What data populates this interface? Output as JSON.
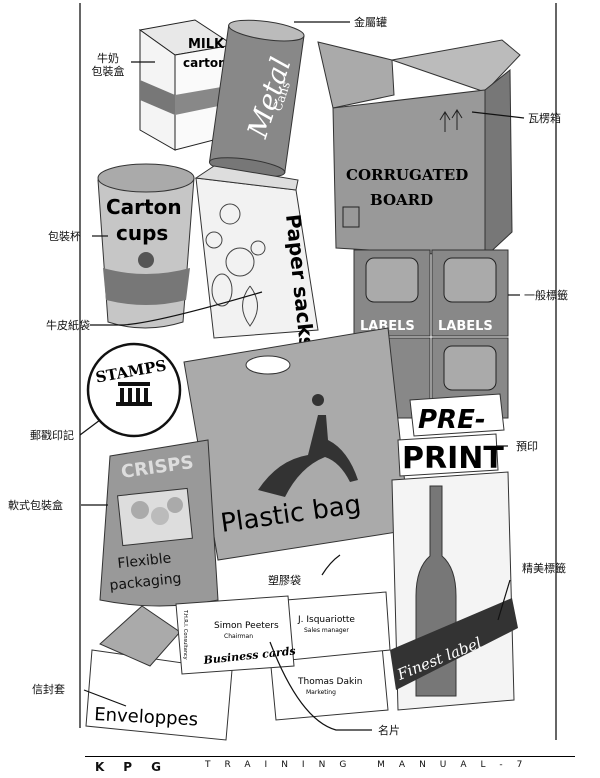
{
  "labels": {
    "milk_carton": "牛奶\n包裝盒",
    "metal_can": "金屬罐",
    "corrugated": "瓦楞箱",
    "carton_cup": "包裝杯",
    "general_label": "一般標籤",
    "paper_sack": "牛皮紙袋",
    "postmark": "郵戳印記",
    "preprint": "預印",
    "flexible": "軟式包裝盒",
    "fine_label": "精美標籤",
    "plastic_bag": "塑膠袋",
    "envelope": "信封套",
    "business_card": "名片"
  },
  "product_text": {
    "milk_1": "MILK",
    "milk_2": "carton",
    "metal_1": "Metal",
    "metal_2": "Cans",
    "corr_1": "CORRUGATED",
    "corr_2": "BOARD",
    "cup_1": "Carton",
    "cup_2": "cups",
    "paper_sack": "Paper sacks",
    "label_word": "LABELS",
    "stamps": "STAMPS",
    "pre_1": "PRE-",
    "pre_2": "PRINT",
    "crisps": "CRISPS",
    "flex_1": "Flexible",
    "flex_2": "packaging",
    "plastic": "Plastic bag",
    "finest": "Finest label",
    "env": "Enveloppes",
    "card_company": "T.H.R.I. Consultancy",
    "card1_name": "Simon Peeters",
    "card1_title": "Chairman",
    "card1_biz": "Business cards",
    "card2_name": "J. Isquariotte",
    "card2_title": "Sales manager",
    "card3_name": "Thomas Dakin",
    "card3_title": "Marketing"
  },
  "footer": {
    "kpg": "KPG",
    "training": "TRAINING MANUAL-7"
  }
}
